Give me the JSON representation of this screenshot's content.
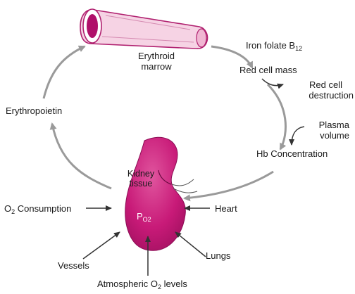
{
  "labels": {
    "marrow_line1": "Erythroid",
    "marrow_line2": "marrow",
    "iron_folate": "Iron folate B",
    "iron_folate_sub": "12",
    "red_cell_mass": "Red cell mass",
    "destruction_line1": "Red cell",
    "destruction_line2": "destruction",
    "plasma_line1": "Plasma",
    "plasma_line2": "volume",
    "hb_concentration": "Hb Concentration",
    "erythropoietin": "Erythropoietin",
    "kidney_line1": "Kidney",
    "kidney_line2": "tissue",
    "po2_main": "P",
    "po2_sub": "O2",
    "o2_consumption_pre": "O",
    "o2_consumption_sub": "2",
    "o2_consumption_post": " Consumption",
    "heart": "Heart",
    "vessels": "Vessels",
    "lungs": "Lungs",
    "atmospheric_pre": "Atmospheric O",
    "atmospheric_sub": "2",
    "atmospheric_post": " levels"
  },
  "colors": {
    "kidney": "#c81a78",
    "bone_outline": "#b0206f",
    "bone_fill": "#f6d3e4",
    "marrow": "#b0106a",
    "cycle_arrow": "#9a9a9a",
    "input_arrow": "#333333"
  },
  "icons": [
    "bone-icon",
    "kidney-icon"
  ]
}
